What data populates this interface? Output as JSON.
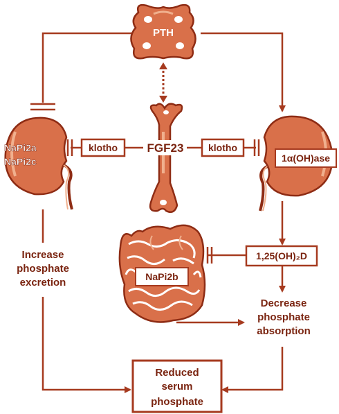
{
  "colors": {
    "line": "#a63a1f",
    "organ_fill": "#d9704a",
    "organ_light": "#f0b08e",
    "organ_dark": "#8e2c14",
    "text": "#7a2410",
    "box_border": "#a63a1f",
    "background": "#ffffff"
  },
  "labels": {
    "pth": "PTH",
    "fgf23": "FGF23",
    "klotho_left": "klotho",
    "klotho_right": "klotho",
    "napi2a": "NaPi2a",
    "napi2c": "NaPi2c",
    "one_alpha_ohase": "1α(OH)ase",
    "vitd": "1,25(OH)₂D",
    "napi2b": "NaPi2b",
    "increase_line1": "Increase",
    "increase_line2": "phosphate",
    "increase_line3": "excretion",
    "decrease_line1": "Decrease",
    "decrease_line2": "phosphate",
    "decrease_line3": "absorption",
    "reduced_line1": "Reduced",
    "reduced_line2": "serum",
    "reduced_line3": "phosphate"
  },
  "icons": [
    "parathyroid-gland-icon",
    "bone-icon",
    "kidney-icon",
    "intestine-icon"
  ]
}
